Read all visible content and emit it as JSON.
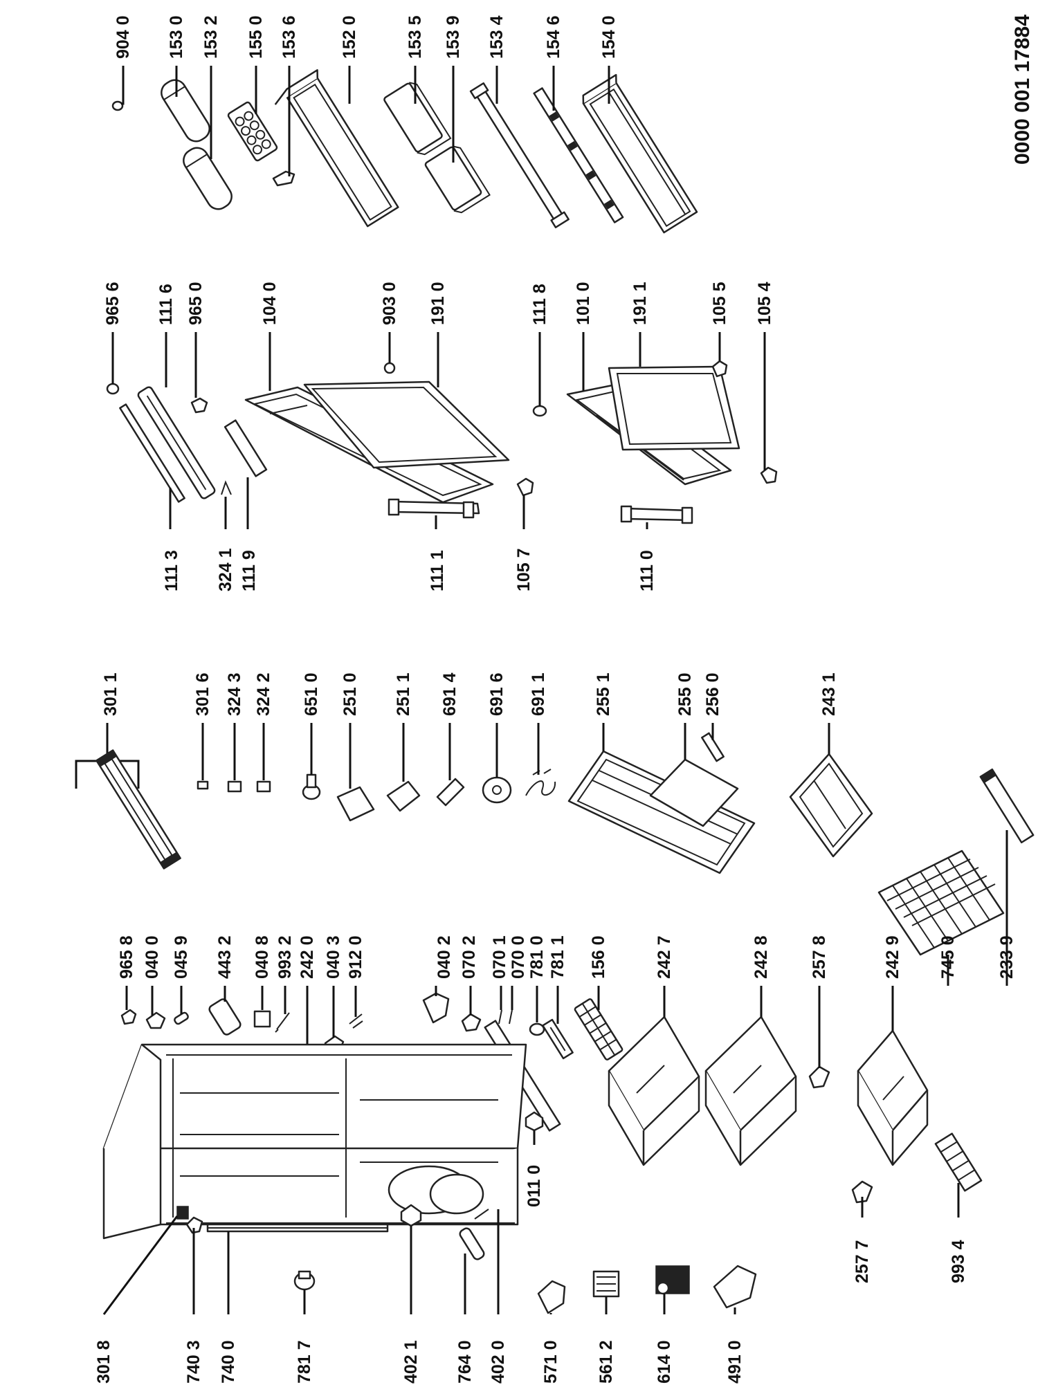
{
  "document_code": "0000 001 17884",
  "callouts": {
    "p9040": "904 0",
    "p1530": "153 0",
    "p1532": "153 2",
    "p1550": "155 0",
    "p1536": "153 6",
    "p1520": "152 0",
    "p1535": "153 5",
    "p1539": "153 9",
    "p1534": "153 4",
    "p1546": "154 6",
    "p1540": "154 0",
    "p9656": "965 6",
    "p1116": "111 6",
    "p9650": "965 0",
    "p1040": "104 0",
    "p9030": "903 0",
    "p1910": "191 0",
    "p1118": "111 8",
    "p1010": "101 0",
    "p1911": "191 1",
    "p1055": "105 5",
    "p1054": "105 4",
    "p1113": "111 3",
    "p3241": "324 1",
    "p1119": "111 9",
    "p1111": "111 1",
    "p1057": "105 7",
    "p1110": "111 0",
    "p3011": "301 1",
    "p3016": "301 6",
    "p3243": "324 3",
    "p3242": "324 2",
    "p6510": "651 0",
    "p2510": "251 0",
    "p2511": "251 1",
    "p6914": "691 4",
    "p6916": "691 6",
    "p6911": "691 1",
    "p2551": "255 1",
    "p2550": "255 0",
    "p2560": "256 0",
    "p2431": "243 1",
    "p9658": "965 8",
    "p0400": "040 0",
    "p0459": "045 9",
    "p4432": "443 2",
    "p0408": "040 8",
    "p9932": "993 2",
    "p2420": "242 0",
    "p0403": "040 3",
    "p9120": "912 0",
    "p0402": "040 2",
    "p0702": "070 2",
    "p0701": "070 1",
    "p0700": "070 0",
    "p7810": "781 0",
    "p7811": "781 1",
    "p1560": "156 0",
    "p2427": "242 7",
    "p2428": "242 8",
    "p2578": "257 8",
    "p2429": "242 9",
    "p7450": "745 0",
    "p2339": "233 9",
    "p3018": "301 8",
    "p7403": "740 3",
    "p7400": "740 0",
    "p7817": "781 7",
    "p4021": "402 1",
    "p7640": "764 0",
    "p4020": "402 0",
    "p5710": "571 0",
    "p5612": "561 2",
    "p6140": "614 0",
    "p4910": "491 0",
    "p0110": "011 0",
    "p2577": "257 7",
    "p9934": "993 4"
  },
  "colors": {
    "ink": "#111111",
    "paper": "#ffffff"
  }
}
